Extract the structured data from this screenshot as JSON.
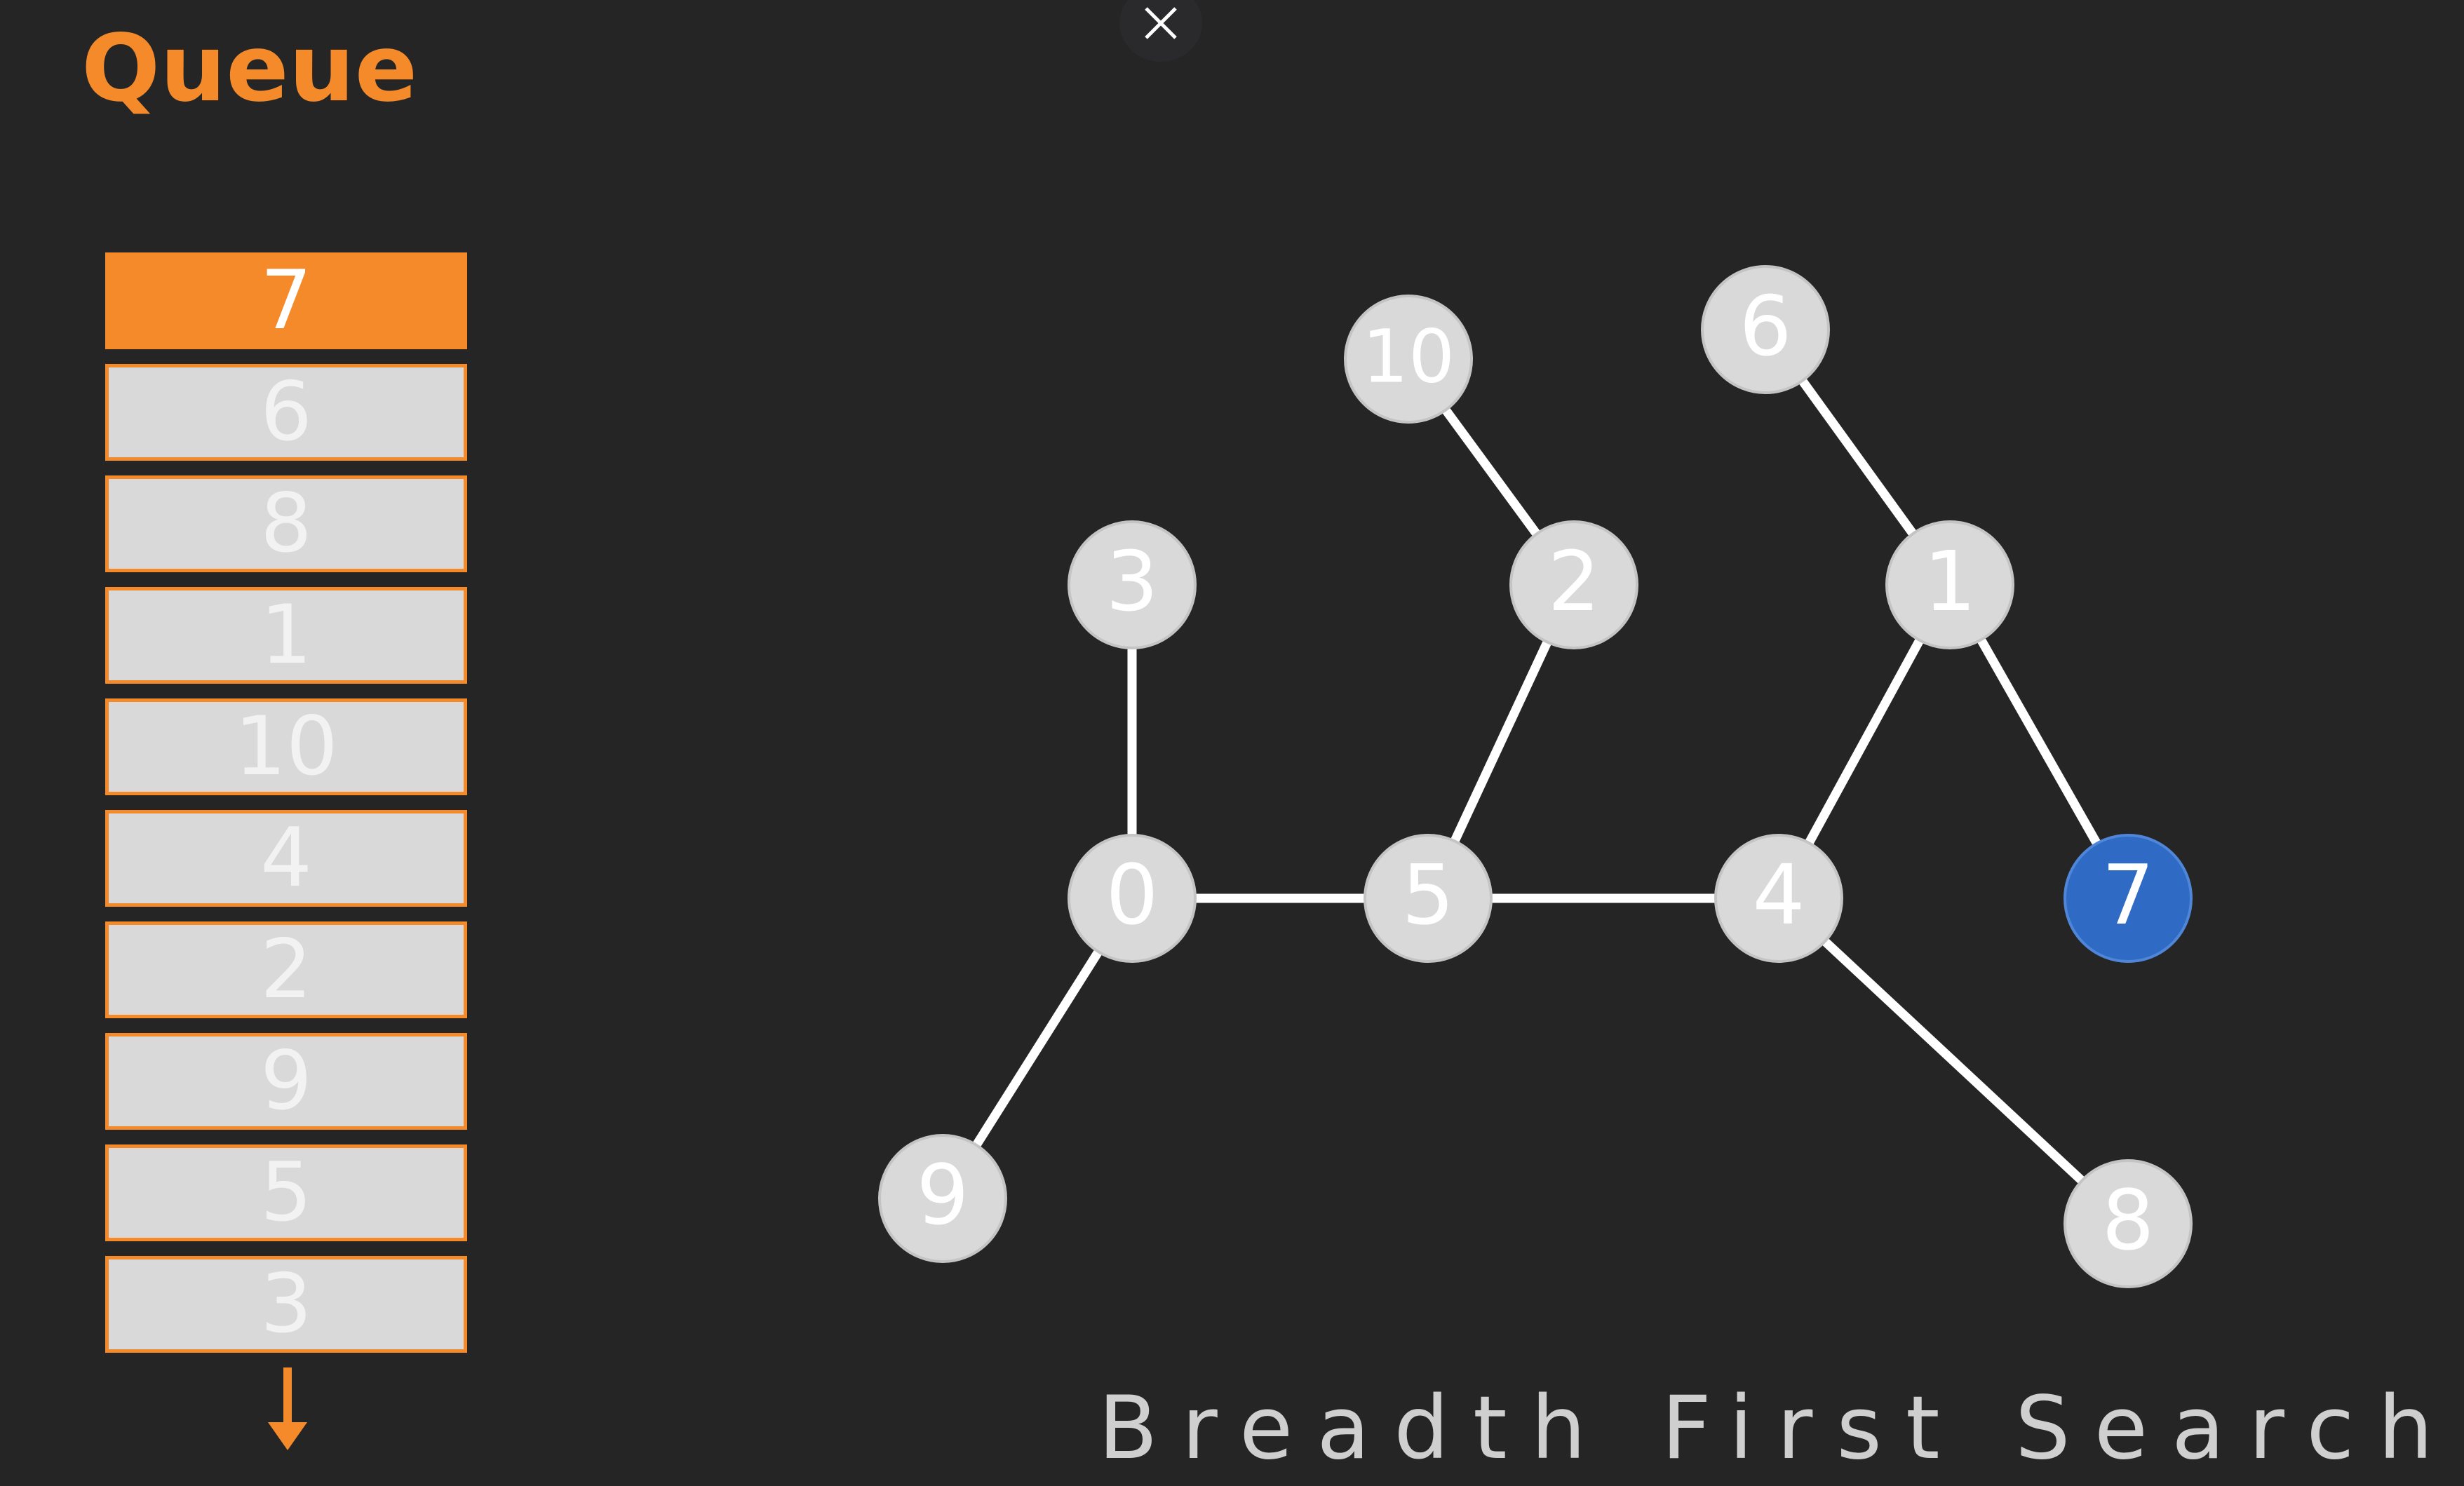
{
  "title": "Queue",
  "queue": {
    "items": [
      "7",
      "6",
      "8",
      "1",
      "10",
      "4",
      "2",
      "9",
      "5",
      "3"
    ],
    "front_index": 0
  },
  "graph": {
    "nodes": [
      {
        "id": "0",
        "label": "0",
        "state": "default"
      },
      {
        "id": "1",
        "label": "1",
        "state": "default"
      },
      {
        "id": "2",
        "label": "2",
        "state": "default"
      },
      {
        "id": "3",
        "label": "3",
        "state": "default"
      },
      {
        "id": "4",
        "label": "4",
        "state": "default"
      },
      {
        "id": "5",
        "label": "5",
        "state": "default"
      },
      {
        "id": "6",
        "label": "6",
        "state": "default"
      },
      {
        "id": "7",
        "label": "7",
        "state": "current"
      },
      {
        "id": "8",
        "label": "8",
        "state": "default"
      },
      {
        "id": "9",
        "label": "9",
        "state": "default"
      },
      {
        "id": "10",
        "label": "10",
        "state": "default"
      }
    ],
    "edges": [
      [
        "3",
        "0"
      ],
      [
        "0",
        "9"
      ],
      [
        "0",
        "5"
      ],
      [
        "5",
        "2"
      ],
      [
        "2",
        "10"
      ],
      [
        "5",
        "4"
      ],
      [
        "4",
        "1"
      ],
      [
        "1",
        "6"
      ],
      [
        "1",
        "7"
      ],
      [
        "4",
        "8"
      ]
    ]
  },
  "footer": "Breadth First Search",
  "colors": {
    "background": "#252526",
    "accent": "#f58a2a",
    "node_fill": "#d9d9d9",
    "node_current": "#2f6bc4",
    "edge": "#ffffff"
  }
}
